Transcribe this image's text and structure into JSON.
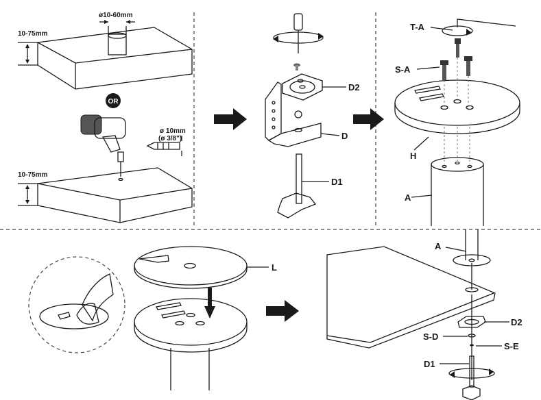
{
  "panel_top_left": {
    "hole_diameter": "ø10-60mm",
    "thickness_top": "10-75mm",
    "or_badge": "OR",
    "drill_size_line1": "ø 10mm",
    "drill_size_line2": "(ø 3/8\")",
    "thickness_bottom": "10-75mm"
  },
  "panel_top_middle": {
    "label_d2": "D2",
    "label_d": "D",
    "label_d1": "D1"
  },
  "panel_top_right": {
    "label_ta": "T-A",
    "label_sa": "S-A",
    "label_h": "H",
    "label_a": "A"
  },
  "panel_bottom_left": {
    "label_l": "L"
  },
  "panel_bottom_right": {
    "label_a": "A",
    "label_d2": "D2",
    "label_sd": "S-D",
    "label_se": "S-E",
    "label_d1": "D1"
  }
}
